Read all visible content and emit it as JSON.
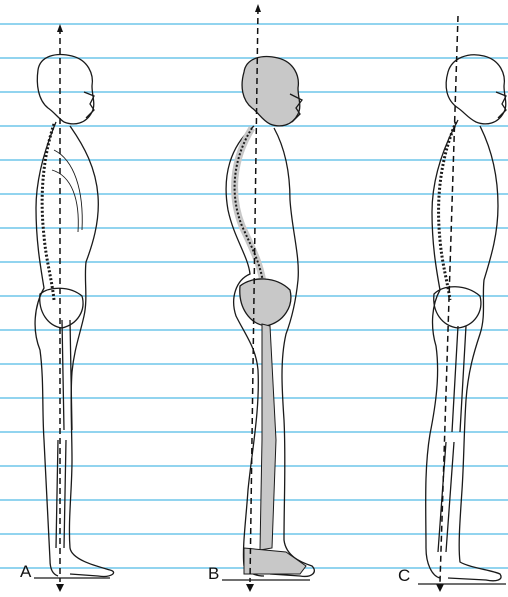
{
  "figure": {
    "colors": {
      "grid_line": "#6fc6ea",
      "outline": "#1a1a1a",
      "shaded_skeleton": "#c8c8c8",
      "plumb_line": "#111111",
      "background": "#ffffff"
    },
    "panels": [
      {
        "id": "A",
        "label": "A",
        "shaded": false,
        "posture": "upright"
      },
      {
        "id": "B",
        "label": "B",
        "shaded": true,
        "posture": "lordotic-swayback"
      },
      {
        "id": "C",
        "label": "C",
        "shaded": false,
        "posture": "forward-lean"
      }
    ]
  }
}
